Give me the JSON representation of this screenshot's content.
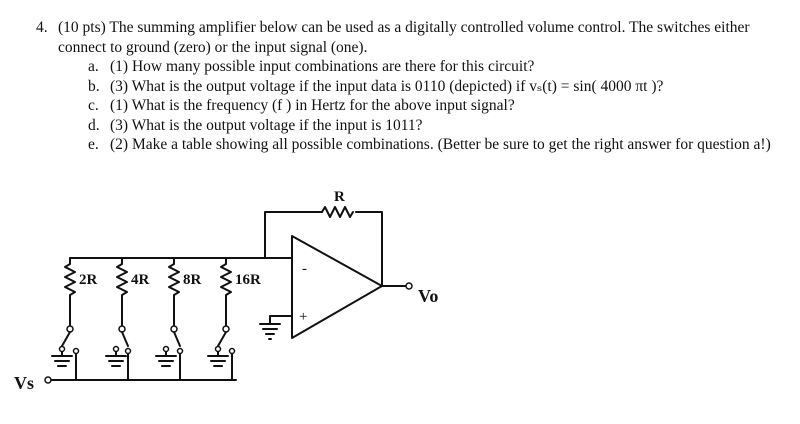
{
  "problem": {
    "number": "4.",
    "intro": "(10 pts) The summing amplifier below can be used as a digitally controlled volume control. The switches either connect to ground (zero) or the input signal (one).",
    "parts": [
      {
        "letter": "a.",
        "text": "(1) How many possible input combinations are there for this circuit?"
      },
      {
        "letter": "b.",
        "text": "(3) What is the output voltage if the input data is 0110 (depicted) if vₛ(t) = sin( 4000 πt )?"
      },
      {
        "letter": "c.",
        "text": "(1) What is the frequency (f ) in Hertz for the above input signal?"
      },
      {
        "letter": "d.",
        "text": "(3) What is the output voltage if the input is 1011?"
      },
      {
        "letter": "e.",
        "text": "(2) Make a table showing all possible combinations.  (Better be sure to get the right answer for question a!)"
      }
    ]
  },
  "circuit": {
    "feedback_resistor": "R",
    "input_resistors": [
      "2R",
      "4R",
      "8R",
      "16R"
    ],
    "minus_sign": "-",
    "plus_sign": "+",
    "output_label": "Vo",
    "input_label": "Vs"
  }
}
